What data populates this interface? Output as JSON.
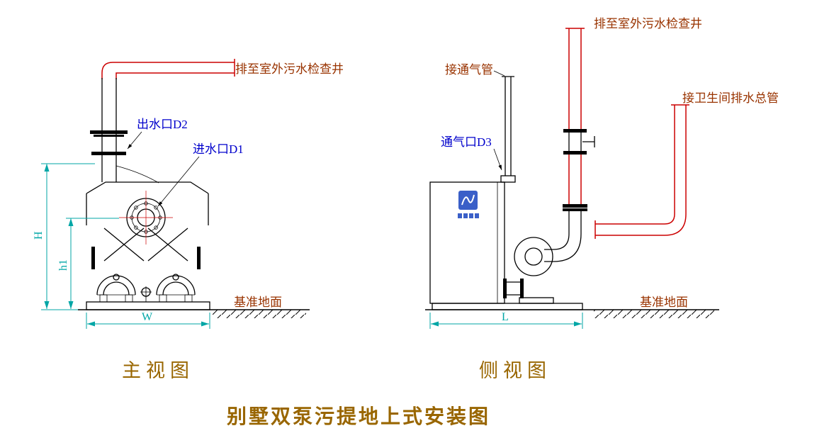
{
  "title": {
    "text": "别墅双泵污提地上式安装图"
  },
  "front_view": {
    "caption": "主视图",
    "labels": {
      "discharge_pipe": "排至室外污水检查井",
      "outlet": "出水口D2",
      "inlet": "进水口D1",
      "datum_ground": "基准地面"
    },
    "dimensions": {
      "height": "H",
      "inlet_height": "h1",
      "width": "W"
    }
  },
  "side_view": {
    "caption": "侧视图",
    "labels": {
      "discharge_pipe": "排至室外污水检查井",
      "vent_connection": "接通气管",
      "vent_port": "通气口D3",
      "drain_main": "接卫生间排水总管",
      "datum_ground": "基准地面"
    },
    "dimensions": {
      "length": "L"
    }
  },
  "colors": {
    "pipe_red": "#cc0000",
    "dimension_cyan": "#00a6a6",
    "label_blue": "#0000cc",
    "label_brown": "#993300",
    "title_brown": "#996600",
    "drawing_black": "#000000",
    "logo_blue": "#3a5fc8"
  }
}
